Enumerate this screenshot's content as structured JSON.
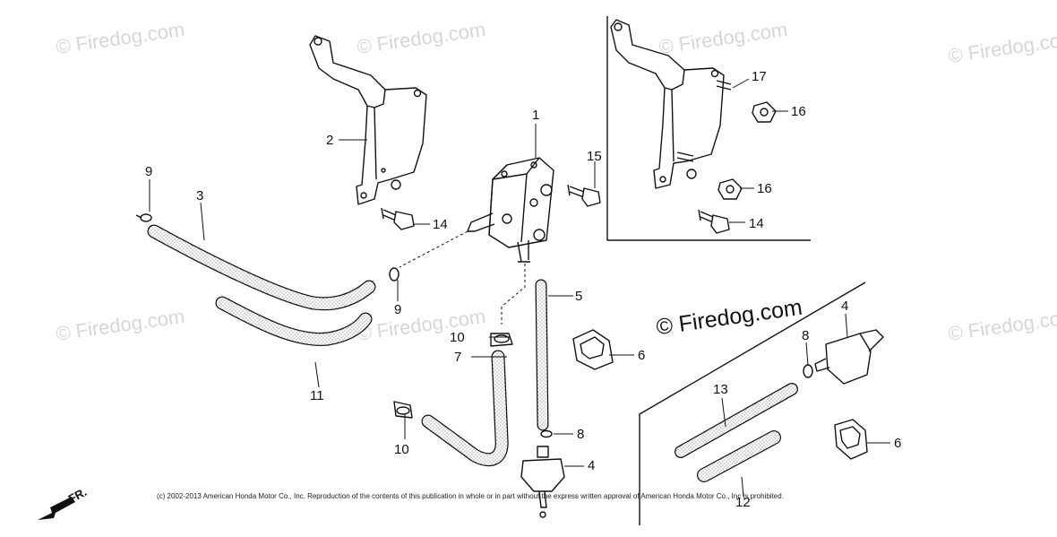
{
  "watermark": {
    "text": "© Firedog.com",
    "prominent": "© Firedog.com"
  },
  "copyright": "(c) 2002-2013 American Honda Motor Co., Inc. Reproduction of the contents of this publication in whole or in part without the express written approval of American Honda Motor Co., Inc is prohibited.",
  "direction_label": "FR.",
  "callouts": {
    "c1": "1",
    "c2": "2",
    "c3": "3",
    "c4a": "4",
    "c4b": "4",
    "c5": "5",
    "c6a": "6",
    "c6b": "6",
    "c7": "7",
    "c8a": "8",
    "c8b": "8",
    "c9a": "9",
    "c9b": "9",
    "c10a": "10",
    "c10b": "10",
    "c11": "11",
    "c12": "12",
    "c13": "13",
    "c14a": "14",
    "c14b": "14",
    "c15": "15",
    "c16a": "16",
    "c16b": "16",
    "c17": "17"
  }
}
